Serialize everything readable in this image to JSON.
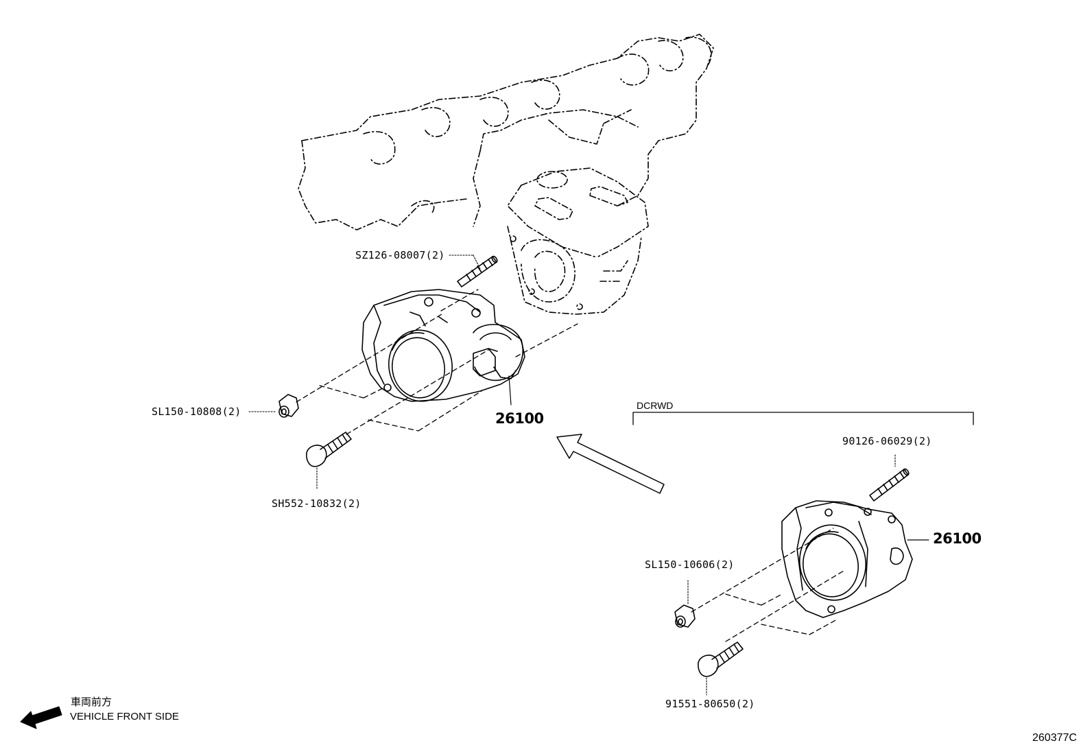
{
  "labels": {
    "sz126": "SZ126-08007(2)",
    "sl150_10808": "SL150-10808(2)",
    "sh552": "SH552-10832(2)",
    "part_main_upper": "26100",
    "variant": "DCRWD",
    "p90126": "90126-06029(2)",
    "part_main_lower": "26100",
    "sl150_10606": "SL150-10606(2)",
    "p91551": "91551-80650(2)",
    "front_jp": "車両前方",
    "front_en": "VEHICLE FRONT SIDE",
    "diagram_id": "260377C"
  },
  "icons": {
    "front_arrow": "arrow-left-icon",
    "direction_arrow": "outline-arrow-icon"
  },
  "colors": {
    "line": "#000000",
    "background": "#ffffff"
  }
}
